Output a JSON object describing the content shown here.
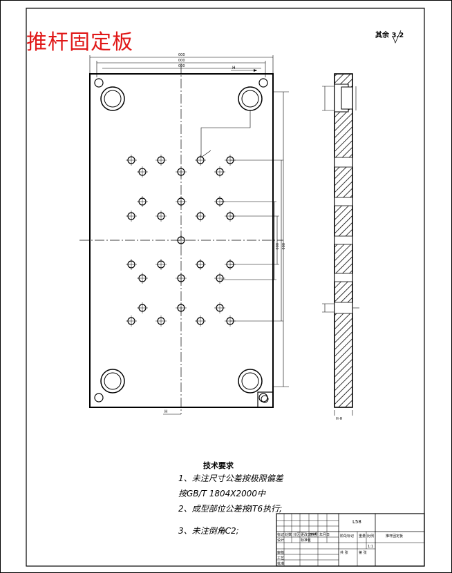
{
  "drawing": {
    "title": "推杆固定板",
    "roughness": "其余 3.2",
    "section_label": "H-H",
    "section_marker": "H"
  },
  "tech_requirements": {
    "heading": "技术要求",
    "lines": [
      "1、未注尺寸公差按极限偏差",
      "按GB/T 1804X2000中",
      "2、成型部位公差按IT6执行;",
      "3、未注倒角C2;"
    ]
  },
  "title_block": {
    "material": "L58",
    "name": "推杆固定板",
    "scale": "1:1",
    "labels": [
      "标记",
      "处数",
      "分区",
      "更改文件号",
      "签名",
      "年月日",
      "设计",
      "标准化",
      "阶段标记",
      "重量",
      "比例",
      "审核",
      "工艺",
      "批准",
      "共 张",
      "第 张"
    ]
  },
  "colors": {
    "title": "#e01818",
    "line": "#000000",
    "centerline": "#000000"
  }
}
